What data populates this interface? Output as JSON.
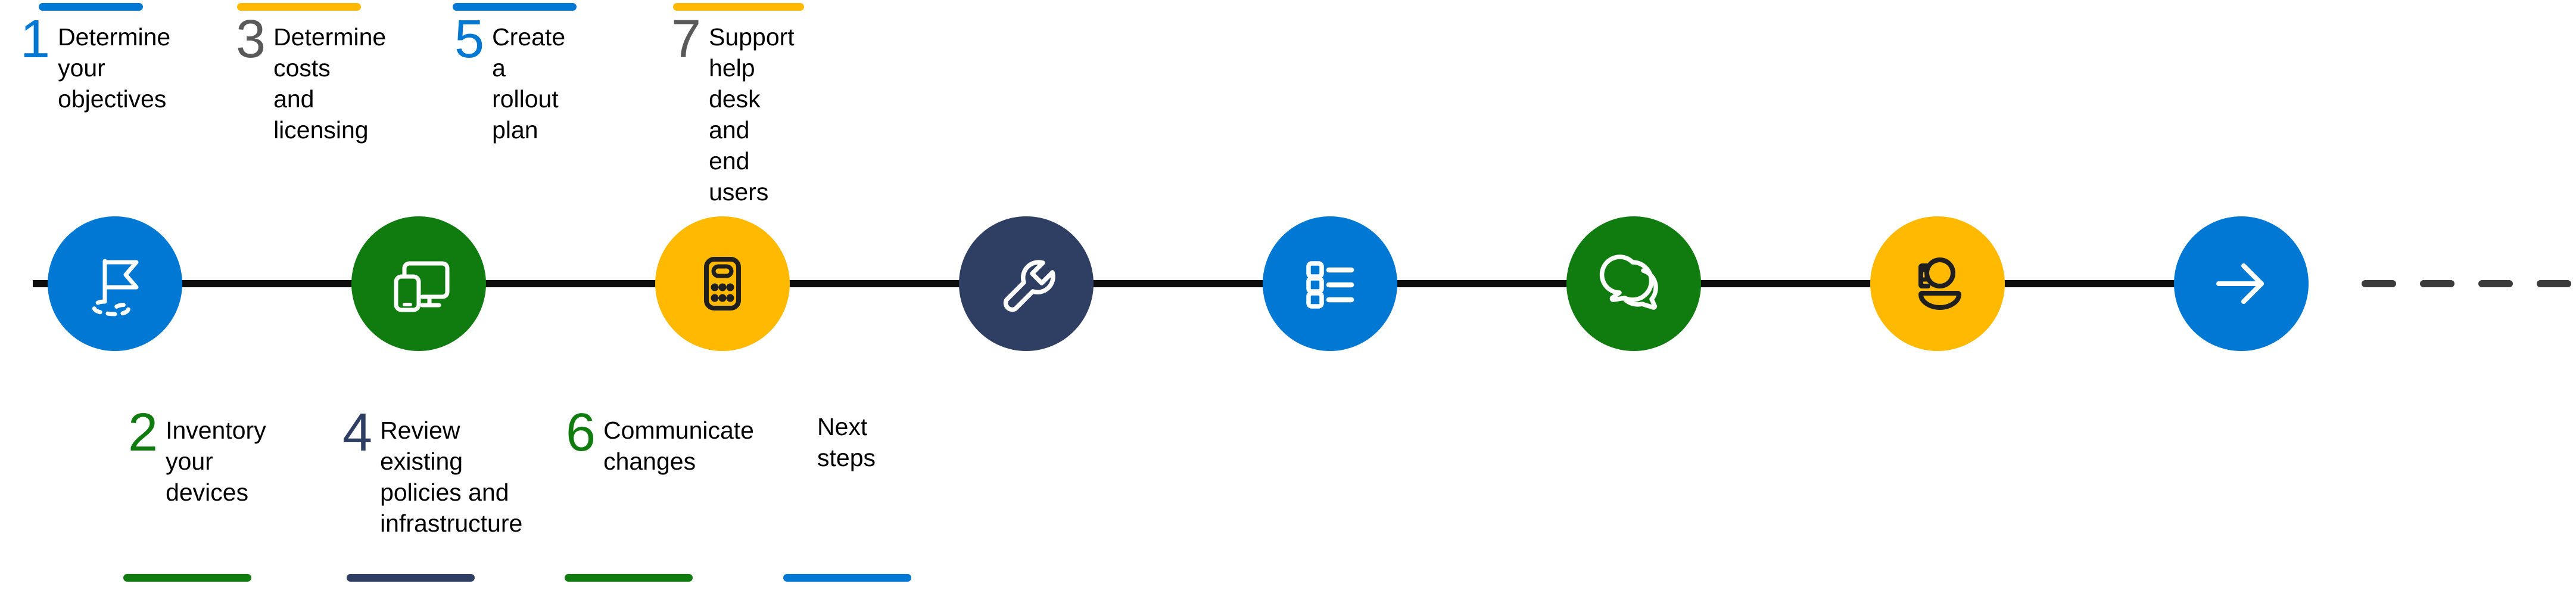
{
  "colors": {
    "blue": "#0078D4",
    "green": "#107C10",
    "amber": "#FFB900",
    "navy": "#2F3F63",
    "gray_number": "#595959",
    "line": "#0D0D0D",
    "dash": "#3B3B3B",
    "text": "#000000",
    "icon_light": "#FFFFFF",
    "icon_dark": "#1F1F1F"
  },
  "spine": {
    "dash_count": 4
  },
  "steps": [
    {
      "number": "1",
      "title": "Determine your\nobjectives",
      "icon": "flag-path-icon",
      "circle_color": "#0078D4",
      "number_color": "#0078D4",
      "bar_color": "#0078D4",
      "icon_color": "#FFFFFF",
      "position": "top"
    },
    {
      "number": "2",
      "title": "Inventory your\ndevices",
      "icon": "devices-icon",
      "circle_color": "#107C10",
      "number_color": "#107C10",
      "bar_color": "#107C10",
      "icon_color": "#FFFFFF",
      "position": "bottom"
    },
    {
      "number": "3",
      "title": "Determine costs\nand licensing",
      "icon": "calculator-icon",
      "circle_color": "#FFB900",
      "number_color": "#595959",
      "bar_color": "#FFB900",
      "icon_color": "#1F1F1F",
      "position": "top"
    },
    {
      "number": "4",
      "title": "Review existing\npolicies and\ninfrastructure",
      "icon": "wrench-icon",
      "circle_color": "#2F3F63",
      "number_color": "#2F3F63",
      "bar_color": "#2F3F63",
      "icon_color": "#FFFFFF",
      "position": "bottom"
    },
    {
      "number": "5",
      "title": "Create a\nrollout plan",
      "icon": "task-list-icon",
      "circle_color": "#0078D4",
      "number_color": "#0078D4",
      "bar_color": "#0078D4",
      "icon_color": "#FFFFFF",
      "position": "top"
    },
    {
      "number": "6",
      "title": "Communicate\nchanges",
      "icon": "chat-bubbles-icon",
      "circle_color": "#107C10",
      "number_color": "#107C10",
      "bar_color": "#107C10",
      "icon_color": "#FFFFFF",
      "position": "bottom"
    },
    {
      "number": "7",
      "title": "Support help desk\nand end users",
      "icon": "headset-person-icon",
      "circle_color": "#FFB900",
      "number_color": "#595959",
      "bar_color": "#FFB900",
      "icon_color": "#1F1F1F",
      "position": "top"
    },
    {
      "number": "",
      "title": "Next steps",
      "icon": "arrow-right-icon",
      "circle_color": "#0078D4",
      "number_color": "#0078D4",
      "bar_color": "#0078D4",
      "icon_color": "#FFFFFF",
      "position": "bottom"
    }
  ]
}
